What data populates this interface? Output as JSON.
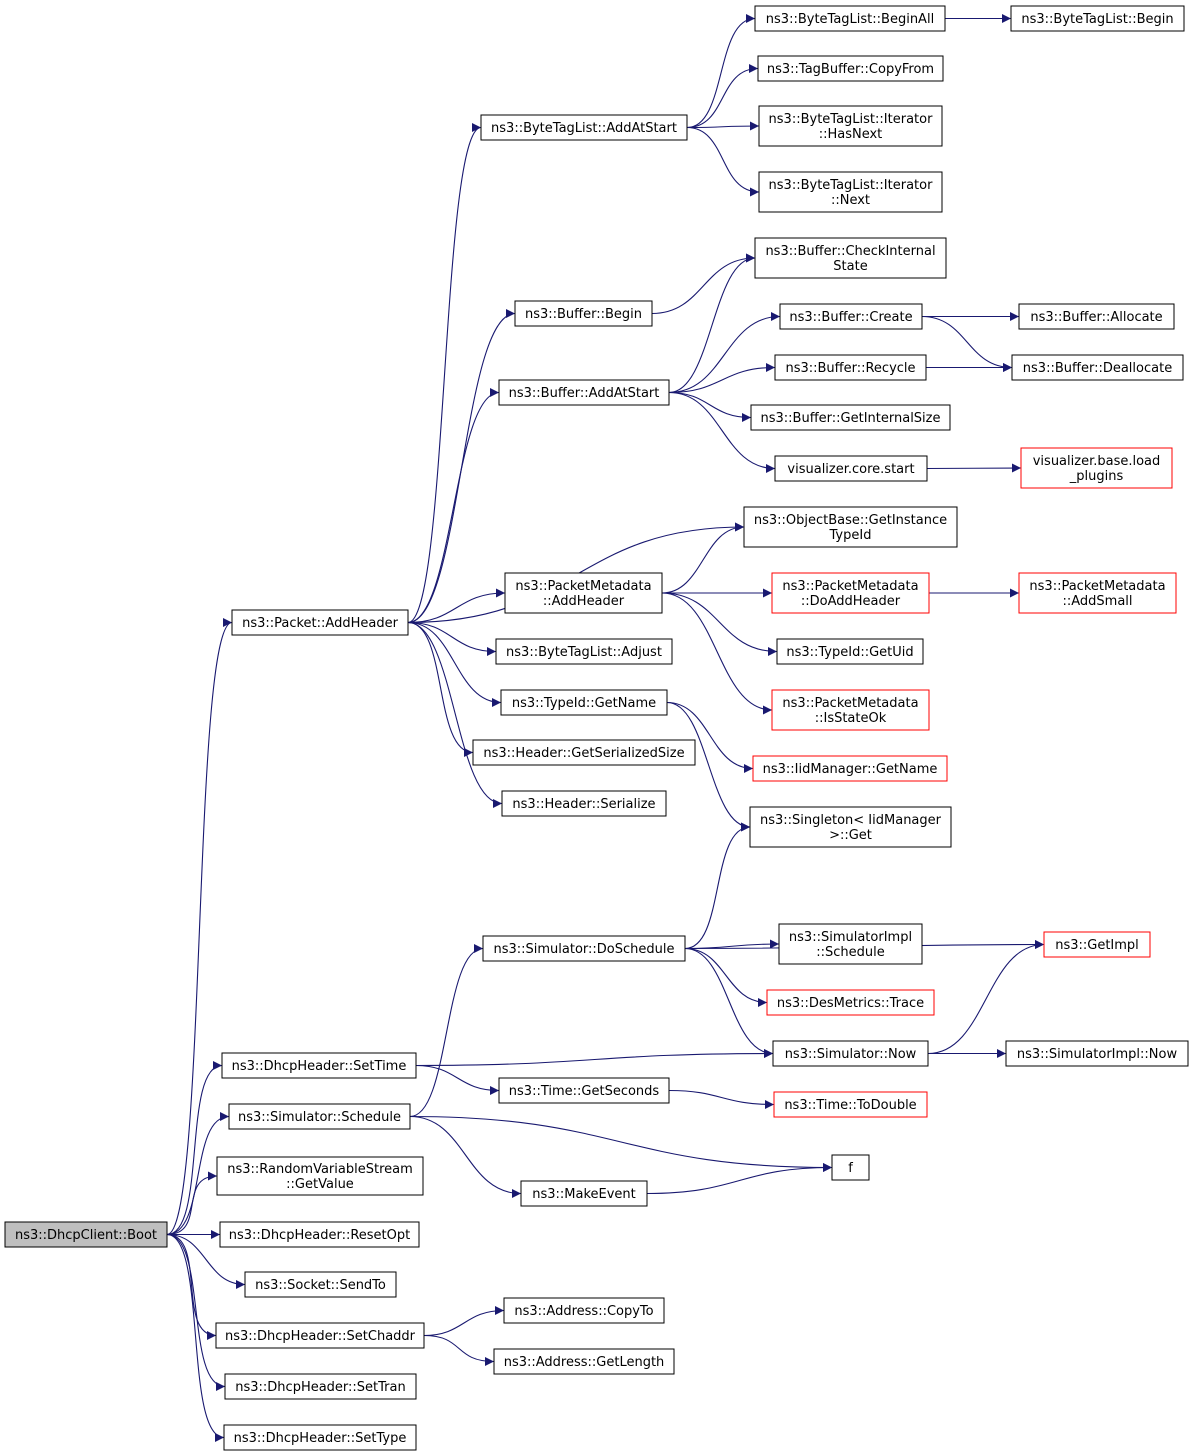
{
  "colors": {
    "edge": "#191970",
    "node_border": "#000000",
    "truncated_border": "#ff0000",
    "root_fill": "#bfbfbf",
    "node_fill": "#ffffff"
  },
  "nodes": {
    "boot": {
      "lines": [
        "ns3::DhcpClient::Boot"
      ],
      "style": "root"
    },
    "add_header": {
      "lines": [
        "ns3::Packet::AddHeader"
      ],
      "style": "normal"
    },
    "set_time": {
      "lines": [
        "ns3::DhcpHeader::SetTime"
      ],
      "style": "normal"
    },
    "sim_schedule": {
      "lines": [
        "ns3::Simulator::Schedule"
      ],
      "style": "normal"
    },
    "rvs_get_value": {
      "lines": [
        "ns3::RandomVariableStream",
        "::GetValue"
      ],
      "style": "normal"
    },
    "reset_opt": {
      "lines": [
        "ns3::DhcpHeader::ResetOpt"
      ],
      "style": "normal"
    },
    "send_to": {
      "lines": [
        "ns3::Socket::SendTo"
      ],
      "style": "normal"
    },
    "set_chaddr": {
      "lines": [
        "ns3::DhcpHeader::SetChaddr"
      ],
      "style": "normal"
    },
    "set_tran": {
      "lines": [
        "ns3::DhcpHeader::SetTran"
      ],
      "style": "normal"
    },
    "set_type": {
      "lines": [
        "ns3::DhcpHeader::SetType"
      ],
      "style": "normal"
    },
    "btl_add_at_start": {
      "lines": [
        "ns3::ByteTagList::AddAtStart"
      ],
      "style": "normal"
    },
    "buffer_begin": {
      "lines": [
        "ns3::Buffer::Begin"
      ],
      "style": "normal"
    },
    "buffer_add_at_start": {
      "lines": [
        "ns3::Buffer::AddAtStart"
      ],
      "style": "normal"
    },
    "pm_add_header": {
      "lines": [
        "ns3::PacketMetadata",
        "::AddHeader"
      ],
      "style": "normal"
    },
    "btl_adjust": {
      "lines": [
        "ns3::ByteTagList::Adjust"
      ],
      "style": "normal"
    },
    "typeid_get_name": {
      "lines": [
        "ns3::TypeId::GetName"
      ],
      "style": "normal"
    },
    "header_get_ser_size": {
      "lines": [
        "ns3::Header::GetSerializedSize"
      ],
      "style": "normal"
    },
    "header_serialize": {
      "lines": [
        "ns3::Header::Serialize"
      ],
      "style": "normal"
    },
    "sim_do_schedule": {
      "lines": [
        "ns3::Simulator::DoSchedule"
      ],
      "style": "normal"
    },
    "time_get_seconds": {
      "lines": [
        "ns3::Time::GetSeconds"
      ],
      "style": "normal"
    },
    "make_event": {
      "lines": [
        "ns3::MakeEvent"
      ],
      "style": "normal"
    },
    "addr_copy_to": {
      "lines": [
        "ns3::Address::CopyTo"
      ],
      "style": "normal"
    },
    "addr_get_length": {
      "lines": [
        "ns3::Address::GetLength"
      ],
      "style": "normal"
    },
    "btl_begin_all": {
      "lines": [
        "ns3::ByteTagList::BeginAll"
      ],
      "style": "normal"
    },
    "tagbuffer_copy_from": {
      "lines": [
        "ns3::TagBuffer::CopyFrom"
      ],
      "style": "normal"
    },
    "btl_iter_has_next": {
      "lines": [
        "ns3::ByteTagList::Iterator",
        "::HasNext"
      ],
      "style": "normal"
    },
    "btl_iter_next": {
      "lines": [
        "ns3::ByteTagList::Iterator",
        "::Next"
      ],
      "style": "normal"
    },
    "buffer_check_internal": {
      "lines": [
        "ns3::Buffer::CheckInternal",
        "State"
      ],
      "style": "normal"
    },
    "buffer_create": {
      "lines": [
        "ns3::Buffer::Create"
      ],
      "style": "normal"
    },
    "buffer_recycle": {
      "lines": [
        "ns3::Buffer::Recycle"
      ],
      "style": "normal"
    },
    "buffer_get_internal_size": {
      "lines": [
        "ns3::Buffer::GetInternalSize"
      ],
      "style": "normal"
    },
    "vis_core_start": {
      "lines": [
        "visualizer.core.start"
      ],
      "style": "normal"
    },
    "objbase_get_instance": {
      "lines": [
        "ns3::ObjectBase::GetInstance",
        "TypeId"
      ],
      "style": "normal"
    },
    "pm_do_add_header": {
      "lines": [
        "ns3::PacketMetadata",
        "::DoAddHeader"
      ],
      "style": "truncated"
    },
    "typeid_get_uid": {
      "lines": [
        "ns3::TypeId::GetUid"
      ],
      "style": "normal"
    },
    "pm_is_state_ok": {
      "lines": [
        "ns3::PacketMetadata",
        "::IsStateOk"
      ],
      "style": "truncated"
    },
    "iid_get_name": {
      "lines": [
        "ns3::IidManager::GetName"
      ],
      "style": "truncated"
    },
    "singleton_get": {
      "lines": [
        "ns3::Singleton< IidManager",
        ">::Get"
      ],
      "style": "normal"
    },
    "simimpl_schedule": {
      "lines": [
        "ns3::SimulatorImpl",
        "::Schedule"
      ],
      "style": "normal"
    },
    "desmetrics_trace": {
      "lines": [
        "ns3::DesMetrics::Trace"
      ],
      "style": "truncated"
    },
    "sim_now": {
      "lines": [
        "ns3::Simulator::Now"
      ],
      "style": "normal"
    },
    "time_to_double": {
      "lines": [
        "ns3::Time::ToDouble"
      ],
      "style": "truncated"
    },
    "f": {
      "lines": [
        "f"
      ],
      "style": "normal"
    },
    "btl_begin": {
      "lines": [
        "ns3::ByteTagList::Begin"
      ],
      "style": "normal"
    },
    "buffer_allocate": {
      "lines": [
        "ns3::Buffer::Allocate"
      ],
      "style": "normal"
    },
    "buffer_deallocate": {
      "lines": [
        "ns3::Buffer::Deallocate"
      ],
      "style": "normal"
    },
    "vis_base_load_plugins": {
      "lines": [
        "visualizer.base.load",
        "_plugins"
      ],
      "style": "truncated"
    },
    "pm_add_small": {
      "lines": [
        "ns3::PacketMetadata",
        "::AddSmall"
      ],
      "style": "truncated"
    },
    "get_impl": {
      "lines": [
        "ns3::GetImpl"
      ],
      "style": "truncated"
    },
    "simimpl_now": {
      "lines": [
        "ns3::SimulatorImpl::Now"
      ],
      "style": "normal"
    }
  },
  "edges": [
    [
      "boot",
      "add_header"
    ],
    [
      "boot",
      "set_time"
    ],
    [
      "boot",
      "sim_schedule"
    ],
    [
      "boot",
      "rvs_get_value"
    ],
    [
      "boot",
      "reset_opt"
    ],
    [
      "boot",
      "send_to"
    ],
    [
      "boot",
      "set_chaddr"
    ],
    [
      "boot",
      "set_tran"
    ],
    [
      "boot",
      "set_type"
    ],
    [
      "add_header",
      "btl_add_at_start"
    ],
    [
      "add_header",
      "buffer_begin"
    ],
    [
      "add_header",
      "buffer_add_at_start"
    ],
    [
      "add_header",
      "objbase_get_instance"
    ],
    [
      "add_header",
      "pm_add_header"
    ],
    [
      "add_header",
      "btl_adjust"
    ],
    [
      "add_header",
      "typeid_get_name"
    ],
    [
      "add_header",
      "header_get_ser_size"
    ],
    [
      "add_header",
      "header_serialize"
    ],
    [
      "btl_add_at_start",
      "btl_begin_all"
    ],
    [
      "btl_add_at_start",
      "tagbuffer_copy_from"
    ],
    [
      "btl_add_at_start",
      "btl_iter_has_next"
    ],
    [
      "btl_add_at_start",
      "btl_iter_next"
    ],
    [
      "btl_begin_all",
      "btl_begin"
    ],
    [
      "buffer_begin",
      "buffer_check_internal"
    ],
    [
      "buffer_add_at_start",
      "buffer_check_internal"
    ],
    [
      "buffer_add_at_start",
      "buffer_create"
    ],
    [
      "buffer_add_at_start",
      "buffer_recycle"
    ],
    [
      "buffer_add_at_start",
      "buffer_get_internal_size"
    ],
    [
      "buffer_add_at_start",
      "vis_core_start"
    ],
    [
      "buffer_create",
      "buffer_allocate"
    ],
    [
      "buffer_create",
      "buffer_deallocate"
    ],
    [
      "buffer_recycle",
      "buffer_deallocate"
    ],
    [
      "vis_core_start",
      "vis_base_load_plugins"
    ],
    [
      "pm_add_header",
      "objbase_get_instance"
    ],
    [
      "pm_add_header",
      "pm_do_add_header"
    ],
    [
      "pm_add_header",
      "typeid_get_uid"
    ],
    [
      "pm_add_header",
      "pm_is_state_ok"
    ],
    [
      "pm_do_add_header",
      "pm_add_small"
    ],
    [
      "typeid_get_name",
      "iid_get_name"
    ],
    [
      "typeid_get_name",
      "singleton_get"
    ],
    [
      "set_time",
      "sim_now"
    ],
    [
      "set_time",
      "time_get_seconds"
    ],
    [
      "sim_schedule",
      "sim_do_schedule"
    ],
    [
      "sim_schedule",
      "f"
    ],
    [
      "sim_schedule",
      "make_event"
    ],
    [
      "sim_do_schedule",
      "singleton_get"
    ],
    [
      "sim_do_schedule",
      "get_impl"
    ],
    [
      "sim_do_schedule",
      "simimpl_schedule"
    ],
    [
      "sim_do_schedule",
      "desmetrics_trace"
    ],
    [
      "sim_do_schedule",
      "sim_now"
    ],
    [
      "sim_now",
      "get_impl"
    ],
    [
      "sim_now",
      "simimpl_now"
    ],
    [
      "time_get_seconds",
      "time_to_double"
    ],
    [
      "make_event",
      "f"
    ],
    [
      "set_chaddr",
      "addr_copy_to"
    ],
    [
      "set_chaddr",
      "addr_get_length"
    ]
  ]
}
